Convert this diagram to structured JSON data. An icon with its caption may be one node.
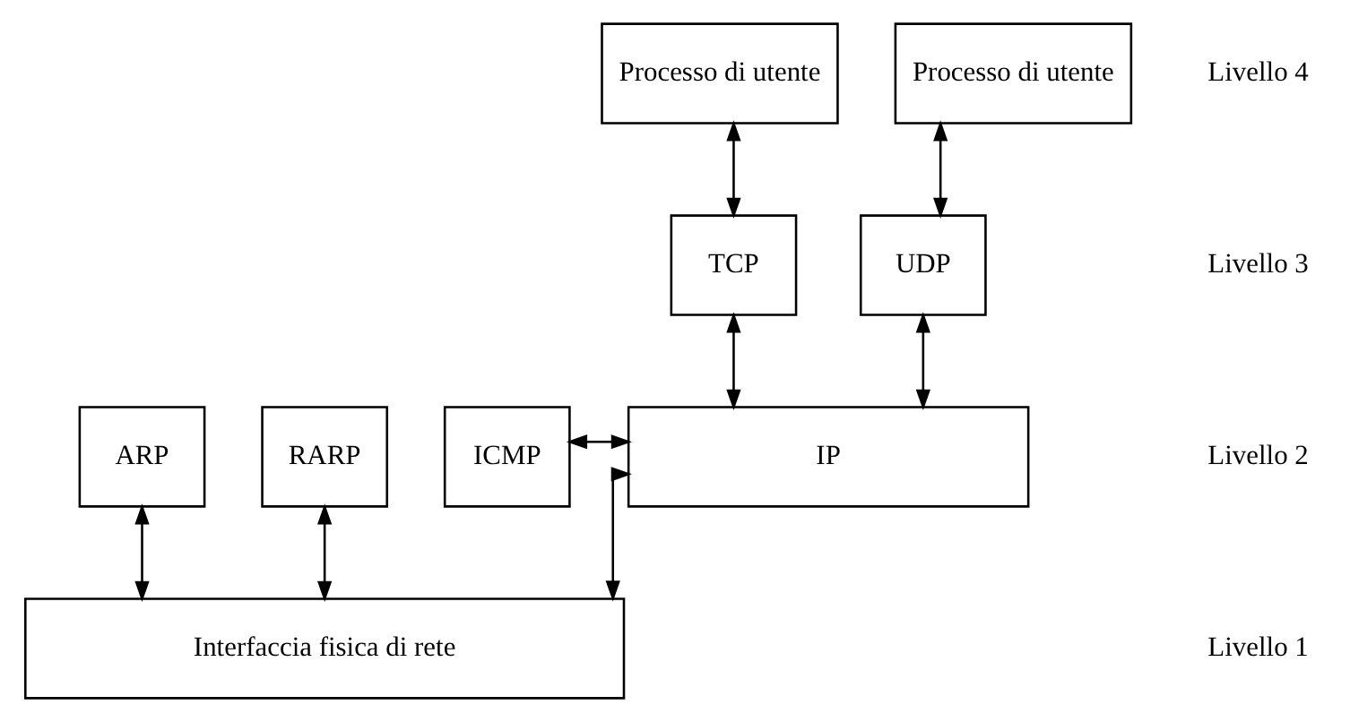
{
  "diagram": {
    "nodes": [
      {
        "text": [
          "Processo di utente"
        ]
      },
      {
        "text": [
          "Processo di utente"
        ]
      },
      {
        "text": [
          "TCP"
        ]
      },
      {
        "text": [
          "UDP"
        ]
      },
      {
        "text": [
          "ICMP"
        ]
      },
      {
        "text": [
          "IP"
        ]
      },
      {
        "text": [
          "ARP"
        ]
      },
      {
        "text": [
          "RARP"
        ]
      },
      {
        "text": [
          "Interfaccia fisica di rete"
        ]
      }
    ],
    "edges": [
      {
        "from": 0,
        "to": 2,
        "arrow": "both"
      },
      {
        "from": 1,
        "to": 3,
        "arrow": "both"
      },
      {
        "from": 2,
        "to": 5,
        "arrow": "both"
      },
      {
        "from": 3,
        "to": 5,
        "arrow": "both"
      },
      {
        "from": 4,
        "to": 5,
        "arrow": "both"
      },
      {
        "from": 5,
        "to": 8,
        "arrow": "both"
      },
      {
        "from": 6,
        "to": 8,
        "arrow": "both"
      },
      {
        "from": 7,
        "to": 8,
        "arrow": "both"
      }
    ],
    "labels": [
      "Livello 4",
      "Livello 3",
      "Livello 2",
      "Livello 1"
    ]
  }
}
